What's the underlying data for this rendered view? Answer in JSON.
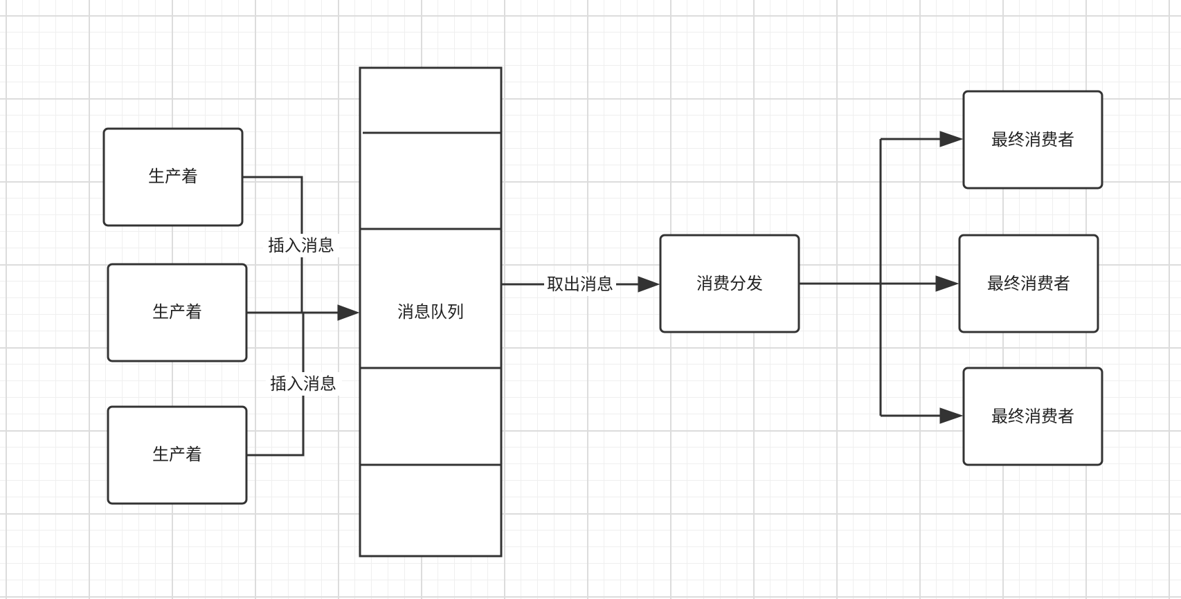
{
  "diagram": {
    "producers": [
      {
        "label": "生产着"
      },
      {
        "label": "生产着"
      },
      {
        "label": "生产着"
      }
    ],
    "queue": {
      "label": "消息队列"
    },
    "dispatcher": {
      "label": "消费分发"
    },
    "consumers": [
      {
        "label": "最终消费者"
      },
      {
        "label": "最终消费者"
      },
      {
        "label": "最终消费者"
      }
    ],
    "edges": {
      "insert_top": "插入消息",
      "insert_bottom": "插入消息",
      "take_out": "取出消息"
    },
    "colors": {
      "stroke": "#333333",
      "grid_major": "#dcdcdc",
      "grid_minor": "#efefef"
    }
  }
}
